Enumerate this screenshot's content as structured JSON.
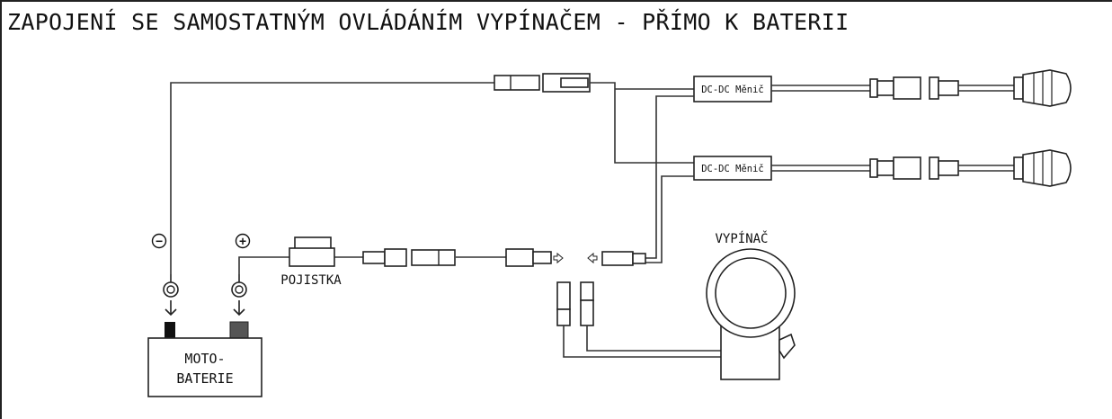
{
  "title": "ZAPOJENÍ SE SAMOSTATNÝM OVLÁDÁNÍM VYPÍNAČEM - PŘÍMO K BATERII",
  "labels": {
    "converter_top": "DC-DC Měnič",
    "converter_bottom": "DC-DC Měnič",
    "switch": "VYPÍNAČ",
    "fuse": "POJISTKA",
    "battery_line1": "MOTO-",
    "battery_line2": "BATERIE",
    "minus_symbol": "−",
    "plus_symbol": "+"
  },
  "colors": {
    "line": "#333333",
    "negative_terminal": "#111111",
    "positive_terminal": "#555555"
  }
}
